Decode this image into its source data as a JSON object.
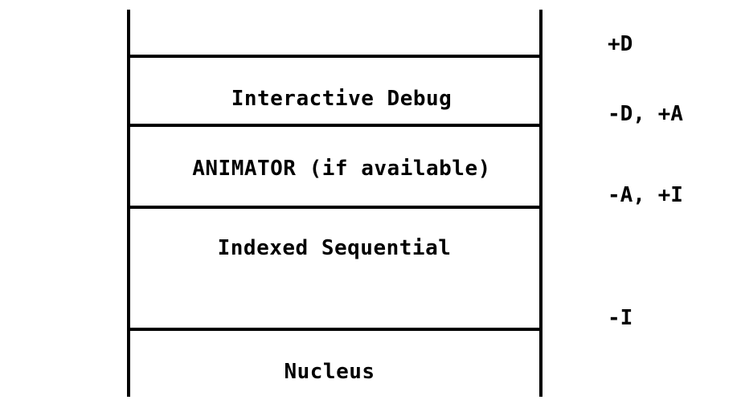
{
  "layers": [
    {
      "label": ""
    },
    {
      "label": "Interactive Debug"
    },
    {
      "label": "ANIMATOR (if available)"
    },
    {
      "label": "Indexed Sequential"
    },
    {
      "label": "Nucleus"
    }
  ],
  "flags": [
    {
      "label": "+D"
    },
    {
      "label": "-D, +A"
    },
    {
      "label": "-A, +I"
    },
    {
      "label": "-I"
    }
  ]
}
